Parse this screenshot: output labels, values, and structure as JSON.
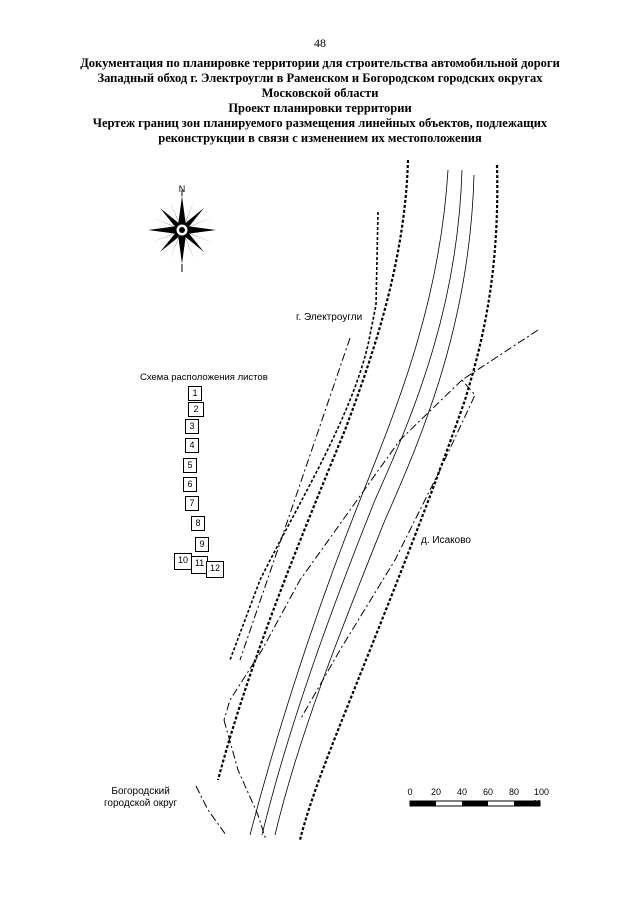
{
  "page_number": "48",
  "title_lines": [
    "Документация по планировке территории для строительства автомобильной дороги",
    "Западный обход г. Электроугли в Раменском и Богородском городских округах",
    "Московской области",
    "Проект планировки территории",
    "Чертеж границ зон планируемого размещения линейных объектов, подлежащих",
    "реконструкции в связи с изменением их местоположения"
  ],
  "compass": {
    "north_label": "N"
  },
  "labels": {
    "elektrougli": "г. Электроугли",
    "isakovo": "д. Исаково",
    "bogorodsky_line1": "Богородский",
    "bogorodsky_line2": "городской округ"
  },
  "sheet_scheme": {
    "title": "Схема расположения листов",
    "sheets": [
      "1",
      "2",
      "3",
      "4",
      "5",
      "6",
      "7",
      "8",
      "9",
      "10",
      "11",
      "12"
    ]
  },
  "scale_bar": {
    "ticks": [
      "0",
      "20",
      "40",
      "60",
      "80",
      "100 м"
    ]
  }
}
